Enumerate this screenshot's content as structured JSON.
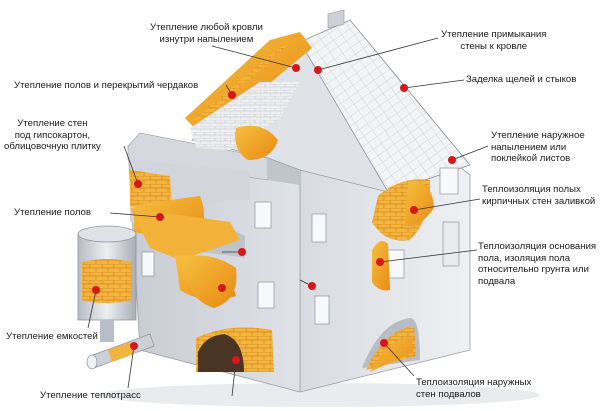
{
  "labels": {
    "roof_inside": "Утепление любой кровли\nизнутри напылением",
    "wall_roof_junction": "Утепление примыкания\nстены к кровле",
    "attic_floors": "Утепление полов и перекрытий чердаков",
    "gaps_joints": "Заделка щелей и стыков",
    "walls_drywall": "Утепление стен\nпод гипсокартон,\nоблицовочную плитку",
    "outer_spray": "Утепление наружное\nнапылением или\nпоклейкой листов",
    "floors": "Утепление полов",
    "hollow_brick": "Теплоизоляция полых\nкирпичных стен заливкой",
    "floor_base": "Теплоизоляция основания\nпола, изоляция пола\nотносительно грунта или\nподвала",
    "tanks": "Утепление емкостей",
    "basement_walls": "Теплоизоляция наружных\nстен подвалов",
    "heat_pipes": "Утепление теплотрасс"
  },
  "colors": {
    "wall_light": "#e4e6ea",
    "wall_mid": "#cfd2d8",
    "wall_dark": "#b4b8c0",
    "roof_tile": "#f2f3f5",
    "insulation": "#f0a020",
    "insulation_dark": "#e07810",
    "foam_yellow": "#f8d060",
    "marker_red": "#d81818",
    "leader": "#333333"
  }
}
